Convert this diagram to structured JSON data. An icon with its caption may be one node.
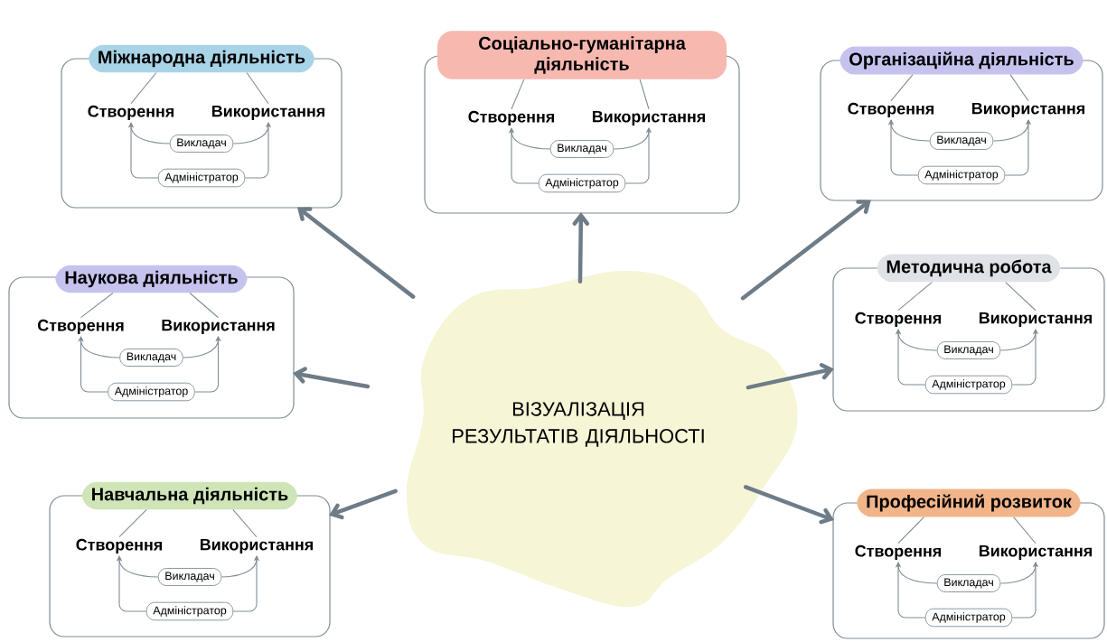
{
  "diagram": {
    "nodes": [
      {
        "text": [
          "Міжнародна діяльність"
        ]
      },
      {
        "text": [
          "Створення"
        ],
        "in": 0
      },
      {
        "text": [
          "Використання"
        ],
        "in": 0
      },
      {
        "text": [
          "Викладач"
        ],
        "in": 0
      },
      {
        "text": [
          "Адміністратор"
        ],
        "in": 0
      },
      {
        "text": [
          "Соціально-гуманітарна діяльність"
        ]
      },
      {
        "text": [
          "Створення"
        ],
        "in": 5
      },
      {
        "text": [
          "Використання"
        ],
        "in": 5
      },
      {
        "text": [
          "Викладач"
        ],
        "in": 5
      },
      {
        "text": [
          "Адміністратор"
        ],
        "in": 5
      },
      {
        "text": [
          "Організаційна діяльність"
        ]
      },
      {
        "text": [
          "Створення"
        ],
        "in": 10
      },
      {
        "text": [
          "Використання"
        ],
        "in": 10
      },
      {
        "text": [
          "Викладач"
        ],
        "in": 10
      },
      {
        "text": [
          "Адміністратор"
        ],
        "in": 10
      },
      {
        "text": [
          "Наукова діяльність"
        ]
      },
      {
        "text": [
          "Створення"
        ],
        "in": 15
      },
      {
        "text": [
          "Використання"
        ],
        "in": 15
      },
      {
        "text": [
          "Викладач"
        ],
        "in": 15
      },
      {
        "text": [
          "Адміністратор"
        ],
        "in": 15
      },
      {
        "text": [
          "Методична робота"
        ]
      },
      {
        "text": [
          "Створення"
        ],
        "in": 20
      },
      {
        "text": [
          "Використання"
        ],
        "in": 20
      },
      {
        "text": [
          "Викладач"
        ],
        "in": 20
      },
      {
        "text": [
          "Адміністратор"
        ],
        "in": 20
      },
      {
        "text": [
          "Навчальна діяльність"
        ]
      },
      {
        "text": [
          "Створення"
        ],
        "in": 25
      },
      {
        "text": [
          "Використання"
        ],
        "in": 25
      },
      {
        "text": [
          "Викладач"
        ],
        "in": 25
      },
      {
        "text": [
          "Адміністратор"
        ],
        "in": 25
      },
      {
        "text": [
          "Професійний розвиток"
        ]
      },
      {
        "text": [
          "Створення"
        ],
        "in": 30
      },
      {
        "text": [
          "Використання"
        ],
        "in": 30
      },
      {
        "text": [
          "Викладач"
        ],
        "in": 30
      },
      {
        "text": [
          "Адміністратор"
        ],
        "in": 30
      },
      {
        "text": [
          "ВІЗУАЛІЗАЦІЯ РЕЗУЛЬТАТІВ ДІЯЛЬНОСТІ"
        ]
      }
    ],
    "edges": [
      {
        "from": 0,
        "to": 1,
        "arrow": "none"
      },
      {
        "from": 0,
        "to": 2,
        "arrow": "none"
      },
      {
        "from": 3,
        "to": 1,
        "arrow": "to"
      },
      {
        "from": 3,
        "to": 2,
        "arrow": "to"
      },
      {
        "from": 4,
        "to": 1,
        "arrow": "to"
      },
      {
        "from": 4,
        "to": 2,
        "arrow": "to"
      },
      {
        "from": 5,
        "to": 6,
        "arrow": "none"
      },
      {
        "from": 5,
        "to": 7,
        "arrow": "none"
      },
      {
        "from": 8,
        "to": 6,
        "arrow": "to"
      },
      {
        "from": 8,
        "to": 7,
        "arrow": "to"
      },
      {
        "from": 9,
        "to": 6,
        "arrow": "to"
      },
      {
        "from": 9,
        "to": 7,
        "arrow": "to"
      },
      {
        "from": 10,
        "to": 11,
        "arrow": "none"
      },
      {
        "from": 10,
        "to": 12,
        "arrow": "none"
      },
      {
        "from": 13,
        "to": 11,
        "arrow": "to"
      },
      {
        "from": 13,
        "to": 12,
        "arrow": "to"
      },
      {
        "from": 14,
        "to": 11,
        "arrow": "to"
      },
      {
        "from": 14,
        "to": 12,
        "arrow": "to"
      },
      {
        "from": 15,
        "to": 16,
        "arrow": "none"
      },
      {
        "from": 15,
        "to": 17,
        "arrow": "none"
      },
      {
        "from": 18,
        "to": 16,
        "arrow": "to"
      },
      {
        "from": 18,
        "to": 17,
        "arrow": "to"
      },
      {
        "from": 19,
        "to": 16,
        "arrow": "to"
      },
      {
        "from": 19,
        "to": 17,
        "arrow": "to"
      },
      {
        "from": 20,
        "to": 21,
        "arrow": "none"
      },
      {
        "from": 20,
        "to": 22,
        "arrow": "none"
      },
      {
        "from": 23,
        "to": 21,
        "arrow": "to"
      },
      {
        "from": 23,
        "to": 22,
        "arrow": "to"
      },
      {
        "from": 24,
        "to": 21,
        "arrow": "to"
      },
      {
        "from": 24,
        "to": 22,
        "arrow": "to"
      },
      {
        "from": 25,
        "to": 26,
        "arrow": "none"
      },
      {
        "from": 25,
        "to": 27,
        "arrow": "none"
      },
      {
        "from": 28,
        "to": 26,
        "arrow": "to"
      },
      {
        "from": 28,
        "to": 27,
        "arrow": "to"
      },
      {
        "from": 29,
        "to": 26,
        "arrow": "to"
      },
      {
        "from": 29,
        "to": 27,
        "arrow": "to"
      },
      {
        "from": 30,
        "to": 31,
        "arrow": "none"
      },
      {
        "from": 30,
        "to": 32,
        "arrow": "none"
      },
      {
        "from": 33,
        "to": 31,
        "arrow": "to"
      },
      {
        "from": 33,
        "to": 32,
        "arrow": "to"
      },
      {
        "from": 34,
        "to": 31,
        "arrow": "to"
      },
      {
        "from": 34,
        "to": 32,
        "arrow": "to"
      },
      {
        "from": 35,
        "to": 0,
        "arrow": "to",
        "style": "thick"
      },
      {
        "from": 35,
        "to": 5,
        "arrow": "to",
        "style": "thick"
      },
      {
        "from": 35,
        "to": 10,
        "arrow": "to",
        "style": "thick"
      },
      {
        "from": 35,
        "to": 15,
        "arrow": "to",
        "style": "thick"
      },
      {
        "from": 35,
        "to": 20,
        "arrow": "to",
        "style": "thick"
      },
      {
        "from": 35,
        "to": 25,
        "arrow": "to",
        "style": "thick"
      },
      {
        "from": 35,
        "to": 30,
        "arrow": "to",
        "style": "thick"
      }
    ]
  }
}
